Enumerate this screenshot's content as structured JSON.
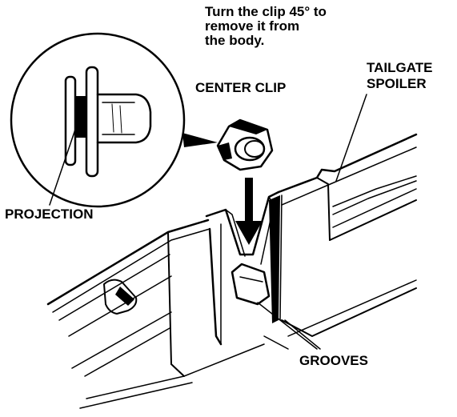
{
  "labels": {
    "instruction_lines": [
      "Turn the clip 45° to",
      "remove it from",
      "the body."
    ],
    "center_clip": "CENTER CLIP",
    "tailgate_spoiler_lines": [
      "TAILGATE",
      "SPOILER"
    ],
    "projection": "PROJECTION",
    "grooves": "GROOVES"
  },
  "colors": {
    "ink": "#000000",
    "background": "#ffffff"
  }
}
